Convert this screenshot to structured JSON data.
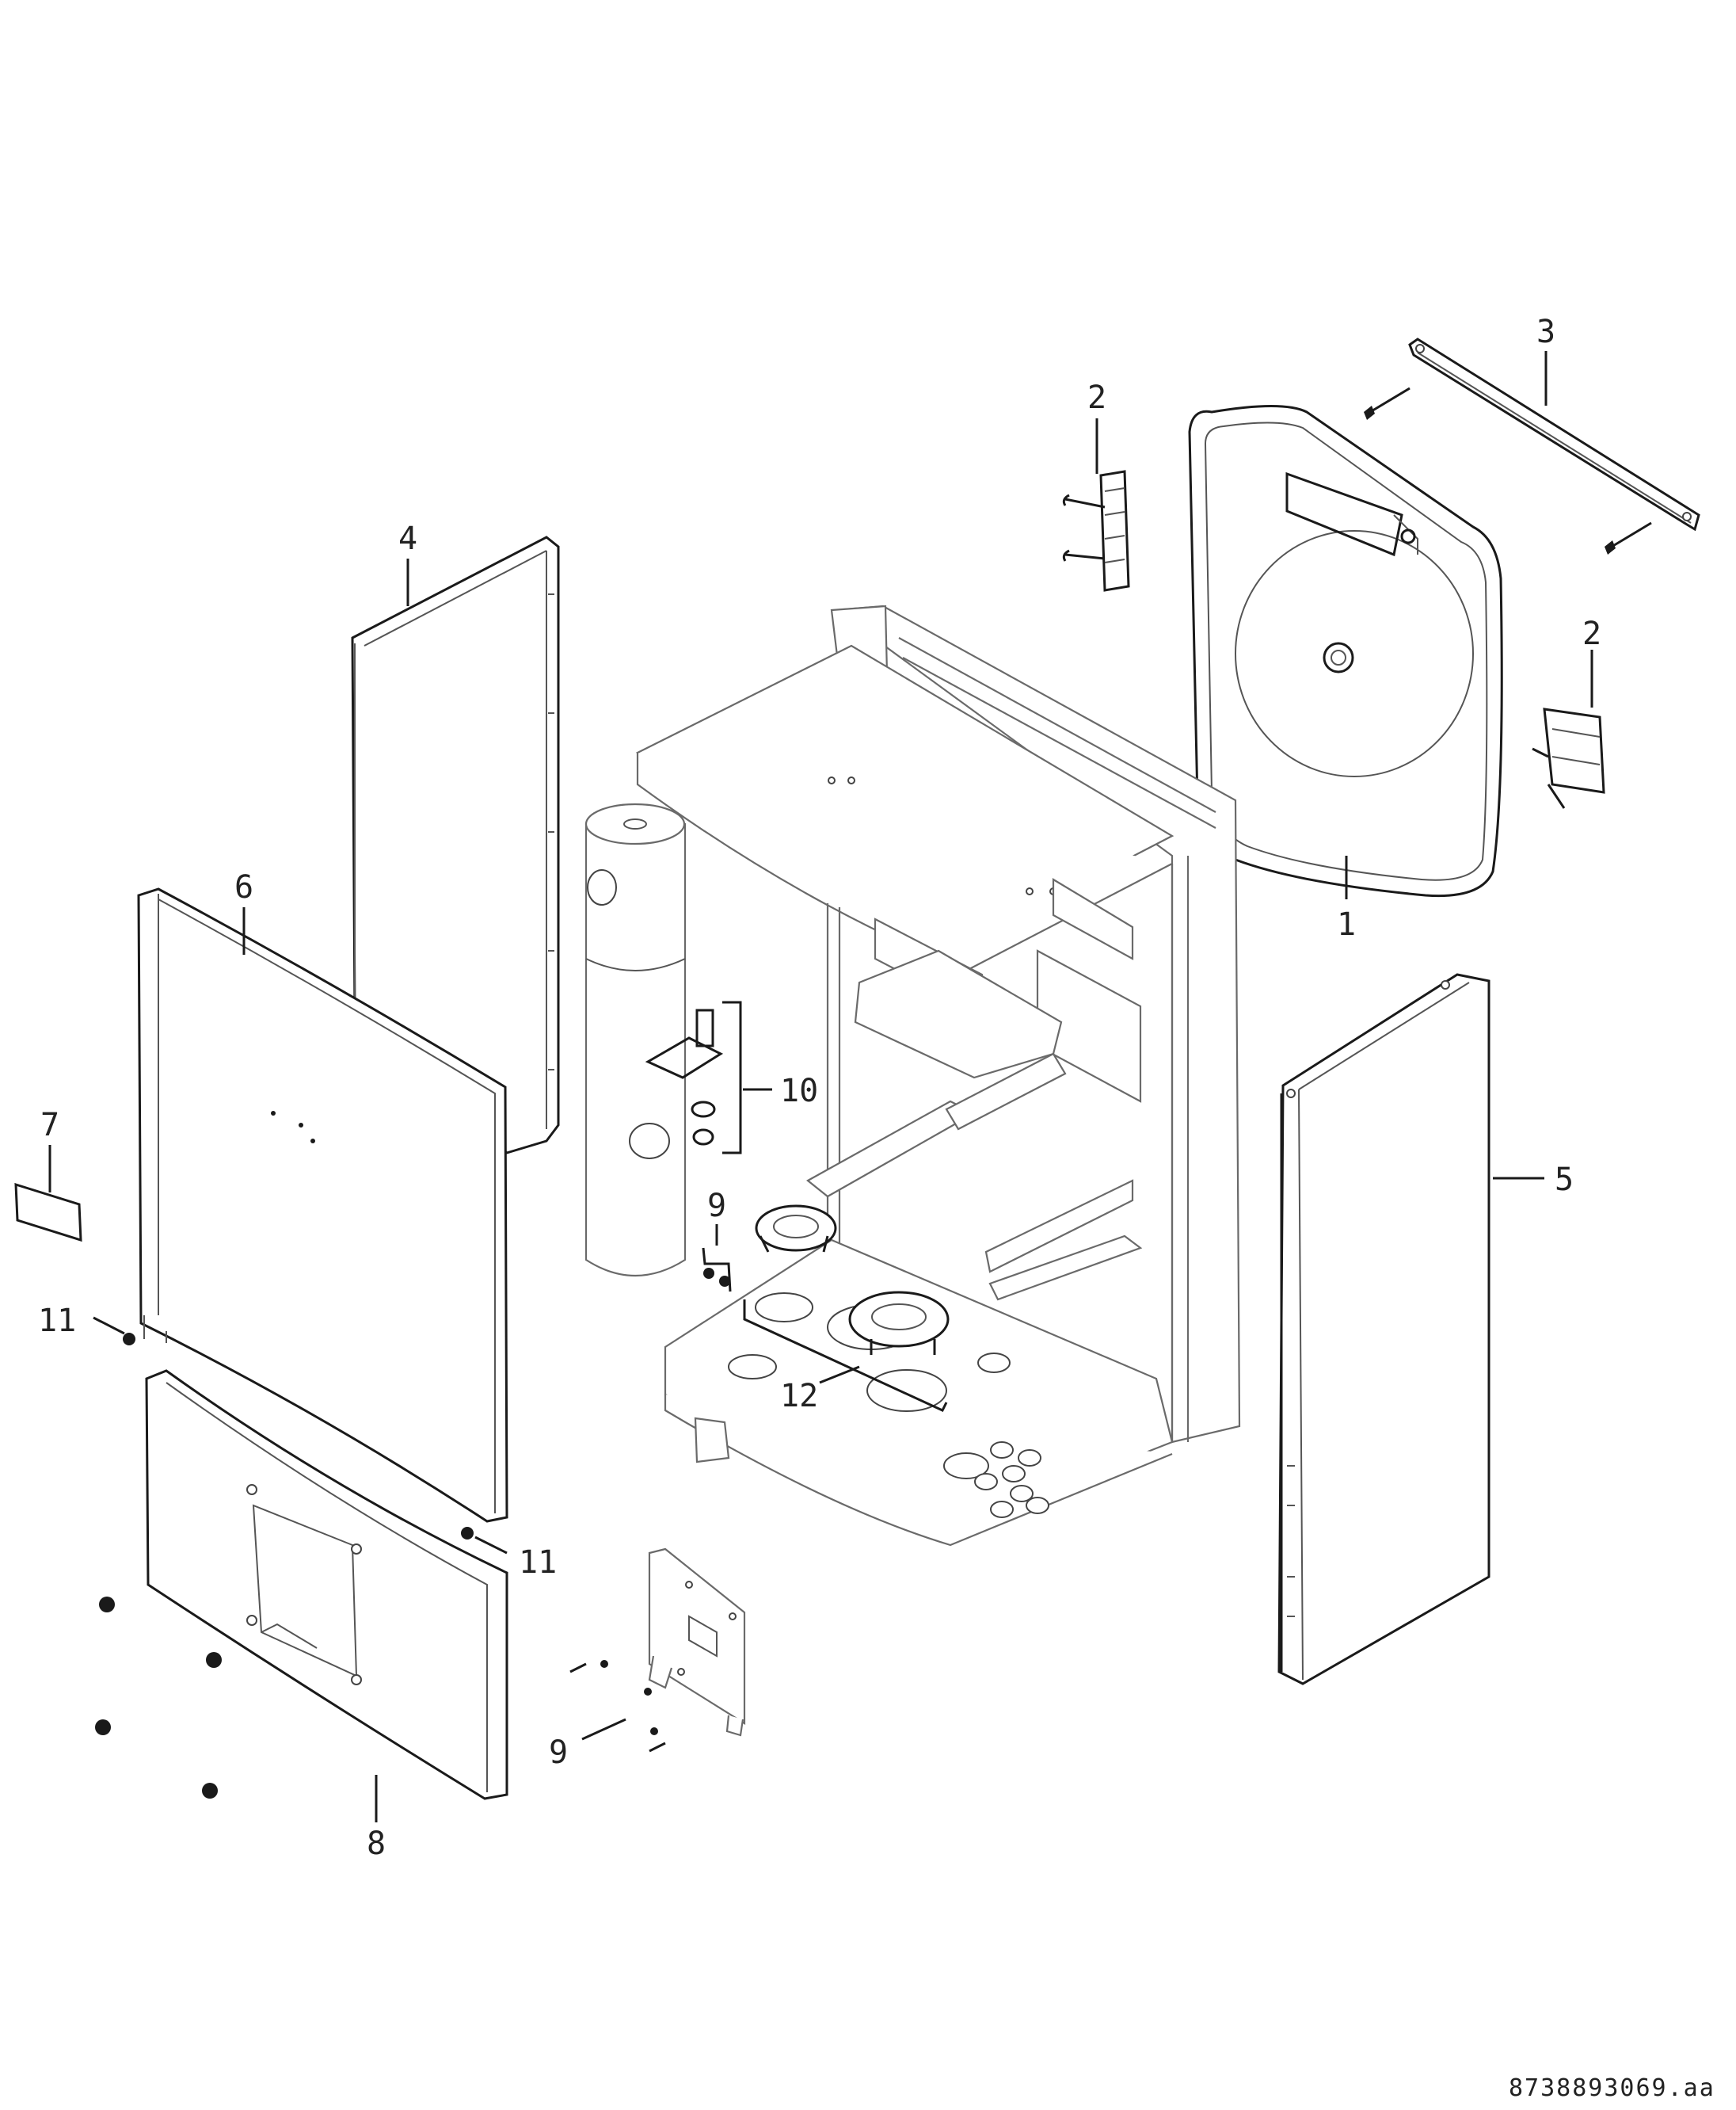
{
  "document_number": "8738893069.aa",
  "callouts": [
    {
      "id": "1",
      "label": "1"
    },
    {
      "id": "2a",
      "label": "2"
    },
    {
      "id": "2b",
      "label": "2"
    },
    {
      "id": "3",
      "label": "3"
    },
    {
      "id": "4",
      "label": "4"
    },
    {
      "id": "5",
      "label": "5"
    },
    {
      "id": "6",
      "label": "6"
    },
    {
      "id": "7",
      "label": "7"
    },
    {
      "id": "8",
      "label": "8"
    },
    {
      "id": "9a",
      "label": "9"
    },
    {
      "id": "9b",
      "label": "9"
    },
    {
      "id": "10",
      "label": "10"
    },
    {
      "id": "11a",
      "label": "11"
    },
    {
      "id": "11b",
      "label": "11"
    },
    {
      "id": "12",
      "label": "12"
    }
  ]
}
